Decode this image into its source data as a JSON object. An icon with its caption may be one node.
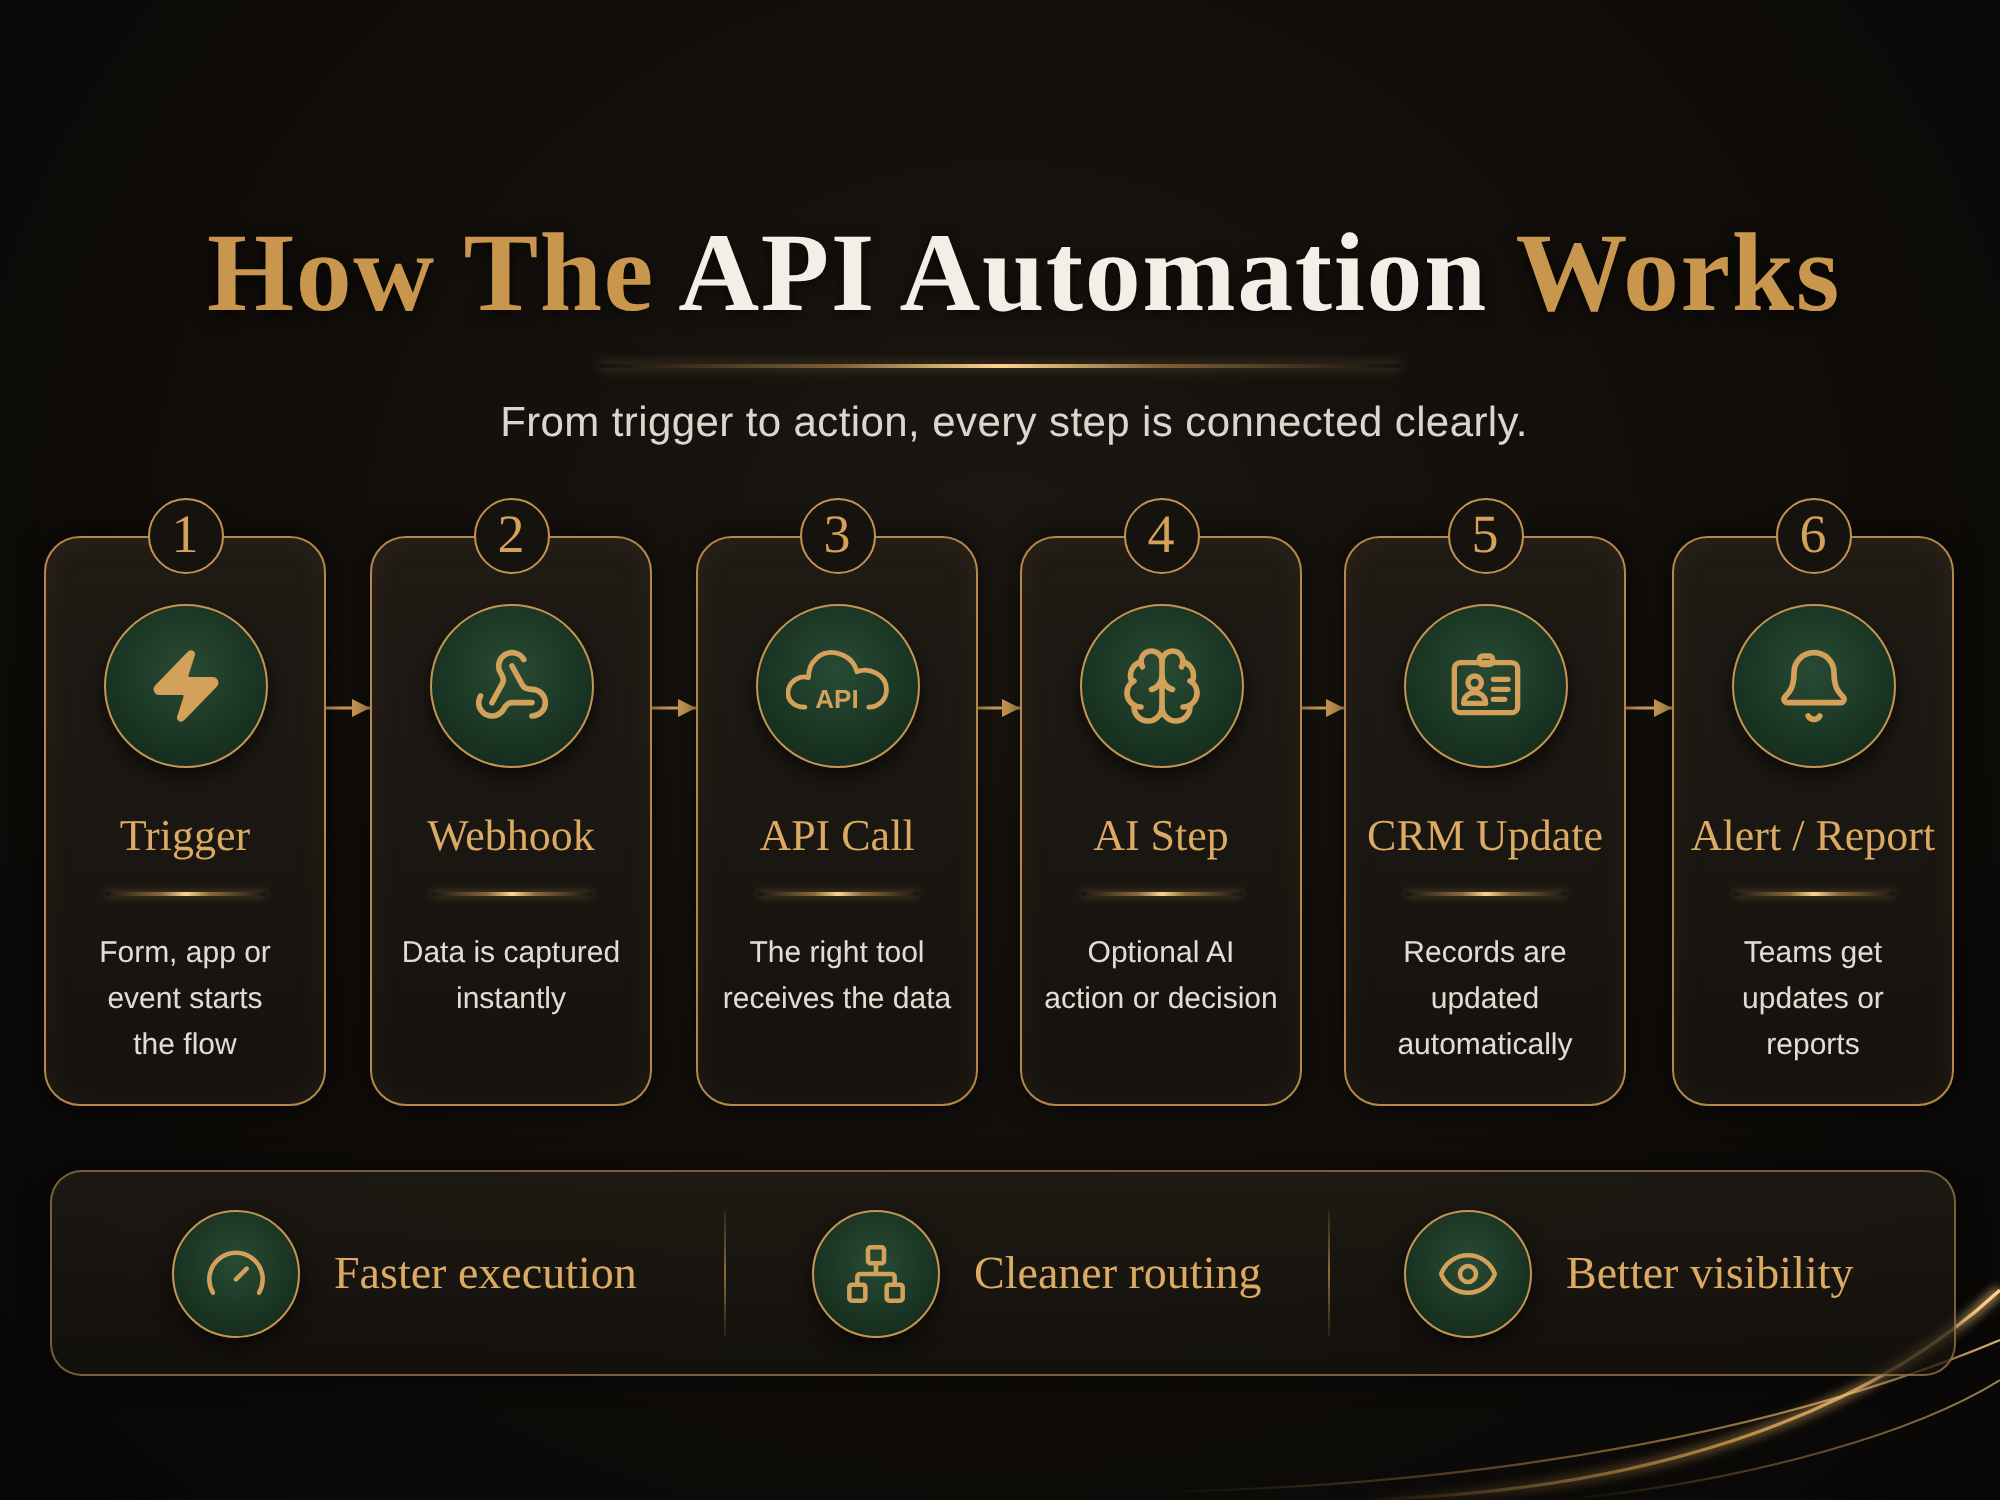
{
  "diagram": {
    "title": "How The **API Automation** Works",
    "nodes": [
      {
        "text": [
          "1",
          "Trigger",
          "Form, app or event starts the flow"
        ]
      },
      {
        "text": [
          "2",
          "Webhook",
          "Data is captured instantly"
        ]
      },
      {
        "text": [
          "3",
          "API",
          "API Call",
          "The right tool receives the data"
        ]
      },
      {
        "text": [
          "4",
          "AI Step",
          "Optional AI action or decision"
        ]
      },
      {
        "text": [
          "5",
          "CRM Update",
          "Records are updated automatically"
        ]
      },
      {
        "text": [
          "6",
          "Alert / Report",
          "Teams get updates or reports"
        ]
      },
      {
        "text": [
          "Faster execution",
          "Cleaner routing",
          "Better visibility"
        ]
      }
    ],
    "edges": [
      {
        "from": 0,
        "to": 1,
        "arrow": "to"
      },
      {
        "from": 1,
        "to": 2,
        "arrow": "to"
      },
      {
        "from": 2,
        "to": 3,
        "arrow": "to"
      },
      {
        "from": 3,
        "to": 4,
        "arrow": "to"
      },
      {
        "from": 4,
        "to": 5,
        "arrow": "to"
      }
    ],
    "labels": [
      "From trigger to action, every step is connected clearly."
    ]
  }
}
